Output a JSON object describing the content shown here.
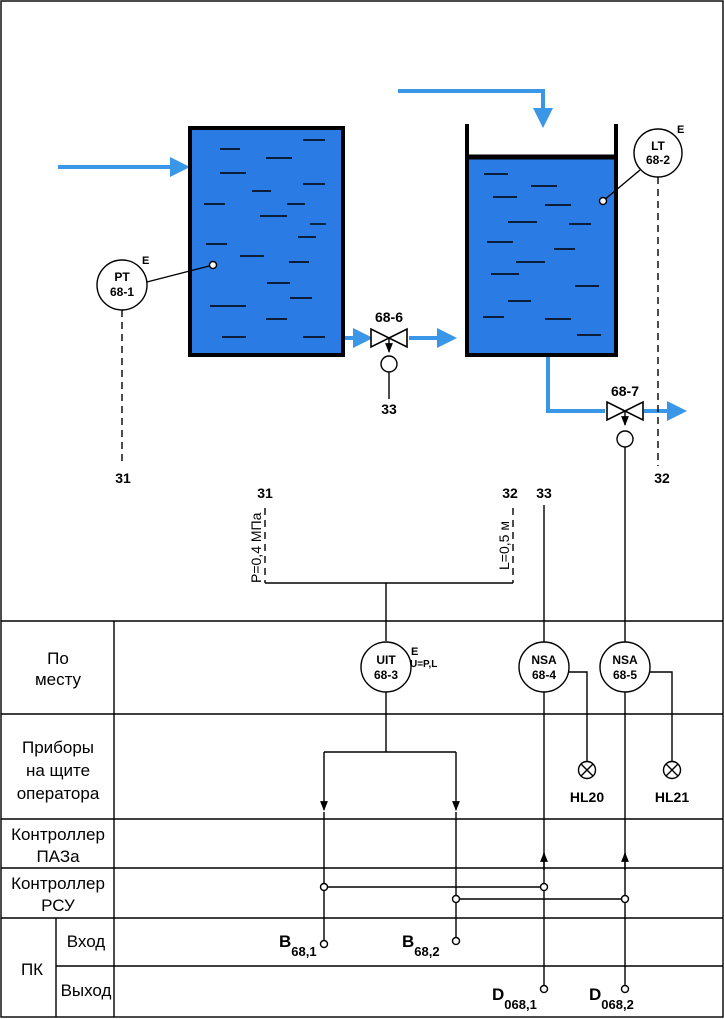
{
  "instruments": {
    "pt": {
      "line1": "PT",
      "line2": "68-1",
      "sup": "E"
    },
    "lt": {
      "line1": "LT",
      "line2": "68-2",
      "sup": "E"
    },
    "uit": {
      "line1": "UIT",
      "line2": "68-3",
      "sup": "E",
      "sub": "U=P,L"
    },
    "nsa4": {
      "line1": "NSA",
      "line2": "68-4"
    },
    "nsa5": {
      "line1": "NSA",
      "line2": "68-5"
    }
  },
  "valves": {
    "v6": {
      "label": "68-6",
      "num": "33"
    },
    "v7": {
      "label": "68-7"
    }
  },
  "line_numbers": {
    "n31": "31",
    "n32": "32",
    "n31_top": "31",
    "n32_top": "32",
    "n33_top": "33"
  },
  "setpoints": {
    "pressure": "P=0,4 МПа",
    "level": "L=0,5 м"
  },
  "lamps": {
    "hl20": "HL20",
    "hl21": "HL21"
  },
  "rows": {
    "local": [
      "По",
      "месту"
    ],
    "panel": [
      "Приборы",
      "на щите",
      "оператора"
    ],
    "paz": [
      "Контроллер",
      "ПАЗа"
    ],
    "rsu": [
      "Контроллер",
      "РСУ"
    ],
    "pc": "ПК",
    "input": "Вход",
    "output": "Выход"
  },
  "io": {
    "b1": {
      "main": "B",
      "sub": "68,1"
    },
    "b2": {
      "main": "B",
      "sub": "68,2"
    },
    "d1": {
      "main": "D",
      "sub": "068,1"
    },
    "d2": {
      "main": "D",
      "sub": "068,2"
    }
  },
  "colors": {
    "liquid": "#2a7be4",
    "flow": "#3a96e6",
    "tank_stroke": "#000000"
  }
}
